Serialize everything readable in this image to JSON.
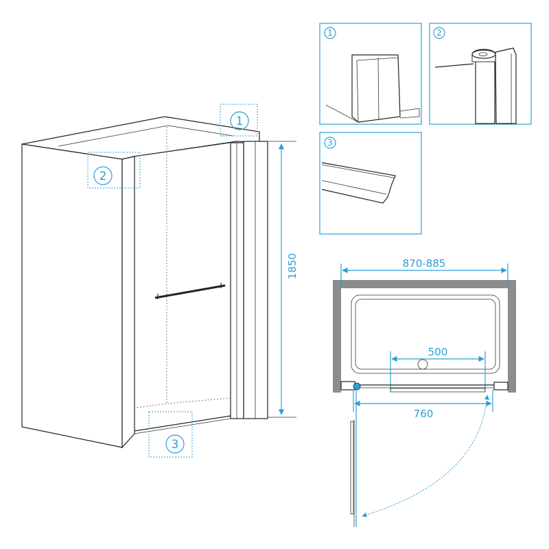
{
  "callouts": {
    "c1": "1",
    "c2": "2",
    "c3": "3"
  },
  "details": [
    {
      "label": "1"
    },
    {
      "label": "2"
    },
    {
      "label": "3"
    }
  ],
  "dimensions": {
    "height": "1850",
    "width_range": "870-885",
    "handle_span": "500",
    "door_width": "760"
  },
  "colors": {
    "accent": "#2a9fd6",
    "wall": "#8c8c8c"
  }
}
